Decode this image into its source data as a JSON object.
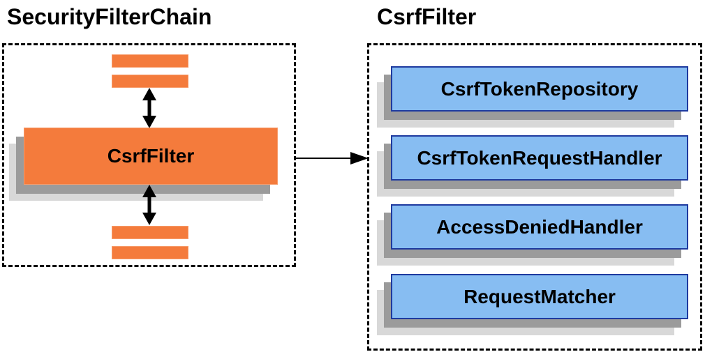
{
  "left_panel": {
    "title": "SecurityFilterChain",
    "filter_node_label": "CsrfFilter"
  },
  "right_panel": {
    "title": "CsrfFilter",
    "components": [
      {
        "label": "CsrfTokenRepository"
      },
      {
        "label": "CsrfTokenRequestHandler"
      },
      {
        "label": "AccessDeniedHandler"
      },
      {
        "label": "RequestMatcher"
      }
    ]
  },
  "icons": {
    "vertical_connector": "double-headed-arrow",
    "link_connector": "right-arrow"
  },
  "colors": {
    "orange_fill": "#F47B3C",
    "orange_edge": "#F79C6B",
    "blue_fill": "#87BDF2",
    "blue_border": "#1E3A9F",
    "shadow_dark": "#9B9B9B",
    "shadow_light": "#D8D8D8",
    "dashed_border": "#000000",
    "arrow": "#000000",
    "text": "#000000"
  }
}
